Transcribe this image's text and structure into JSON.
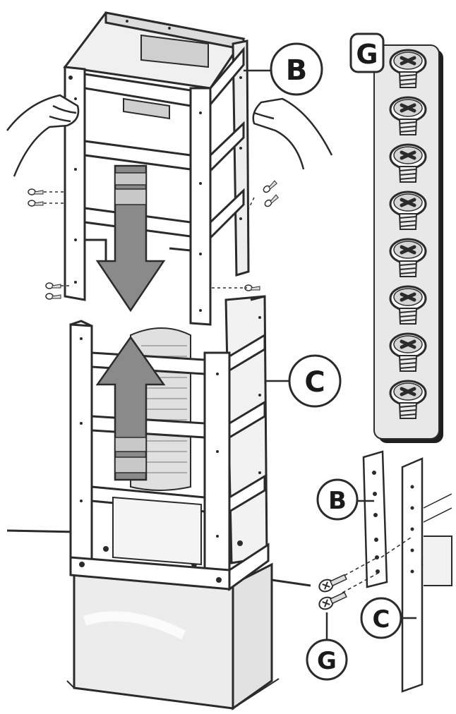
{
  "callouts": {
    "upper_frame": "B",
    "lower_frame": "C",
    "screw_panel": "G",
    "detail_frame_b": "B",
    "detail_frame_c": "C",
    "detail_screw": "G"
  },
  "screw_panel": {
    "screw_count": 8
  },
  "colors": {
    "line": "#2b2b2b",
    "arrow": "#8a8a8a",
    "panel": "#e8e8e8",
    "frame": "#ffffff",
    "shade": "#d9d9d9"
  }
}
